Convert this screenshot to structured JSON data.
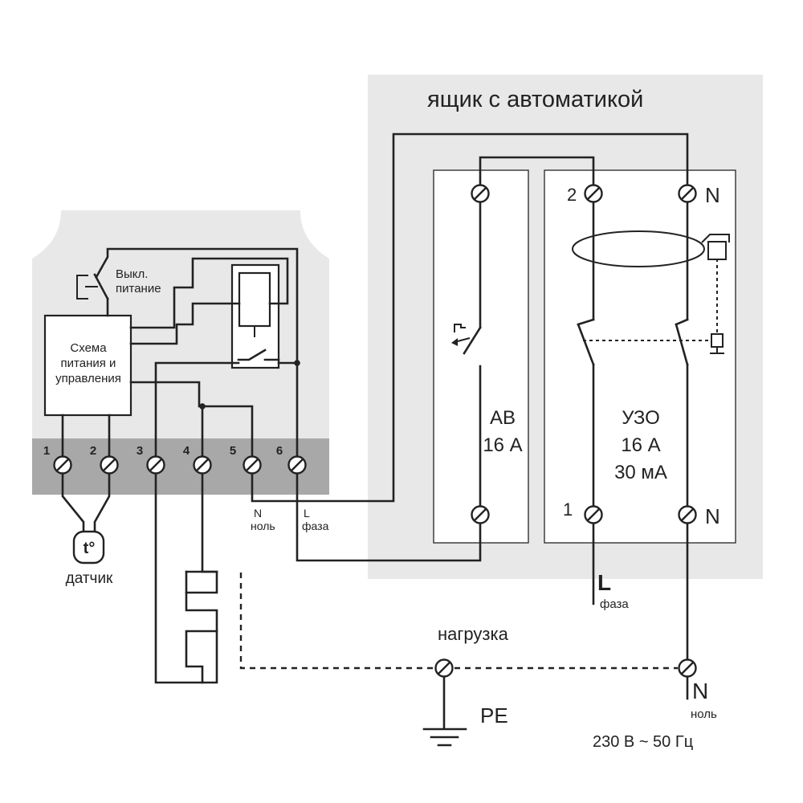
{
  "colors": {
    "housing": "#e8e8e8",
    "terminal_strip": "#a8a8a8",
    "line": "#222222"
  },
  "box_title": "ящик с автоматикой",
  "thermostat": {
    "switch_label_1": "Выкл.",
    "switch_label_2": "питание",
    "control_1": "Схема",
    "control_2": "питания и",
    "control_3": "управления",
    "terminals": [
      "1",
      "2",
      "3",
      "4",
      "5",
      "6"
    ],
    "t5_letter": "N",
    "t5_word": "ноль",
    "t6_letter": "L",
    "t6_word": "фаза"
  },
  "sensor": {
    "symbol": "t°",
    "label": "датчик"
  },
  "breaker": {
    "name": "АВ",
    "rating": "16 А"
  },
  "rcd": {
    "name": "УЗО",
    "rating": "16 А",
    "leak": "30 мА",
    "top_left": "2",
    "top_right": "N",
    "bottom_left": "1",
    "bottom_right": "N"
  },
  "supply": {
    "l_letter": "L",
    "l_word": "фаза",
    "n_letter": "N",
    "n_word": "ноль",
    "spec": "230 В ~ 50 Гц"
  },
  "load": {
    "label": "нагрузка",
    "pe": "PE"
  },
  "icons": [
    "screw-terminal-icon",
    "ground-icon",
    "temperature-sensor-icon",
    "switch-icon",
    "relay-coil-icon",
    "heating-element-icon",
    "differential-transformer-icon"
  ]
}
